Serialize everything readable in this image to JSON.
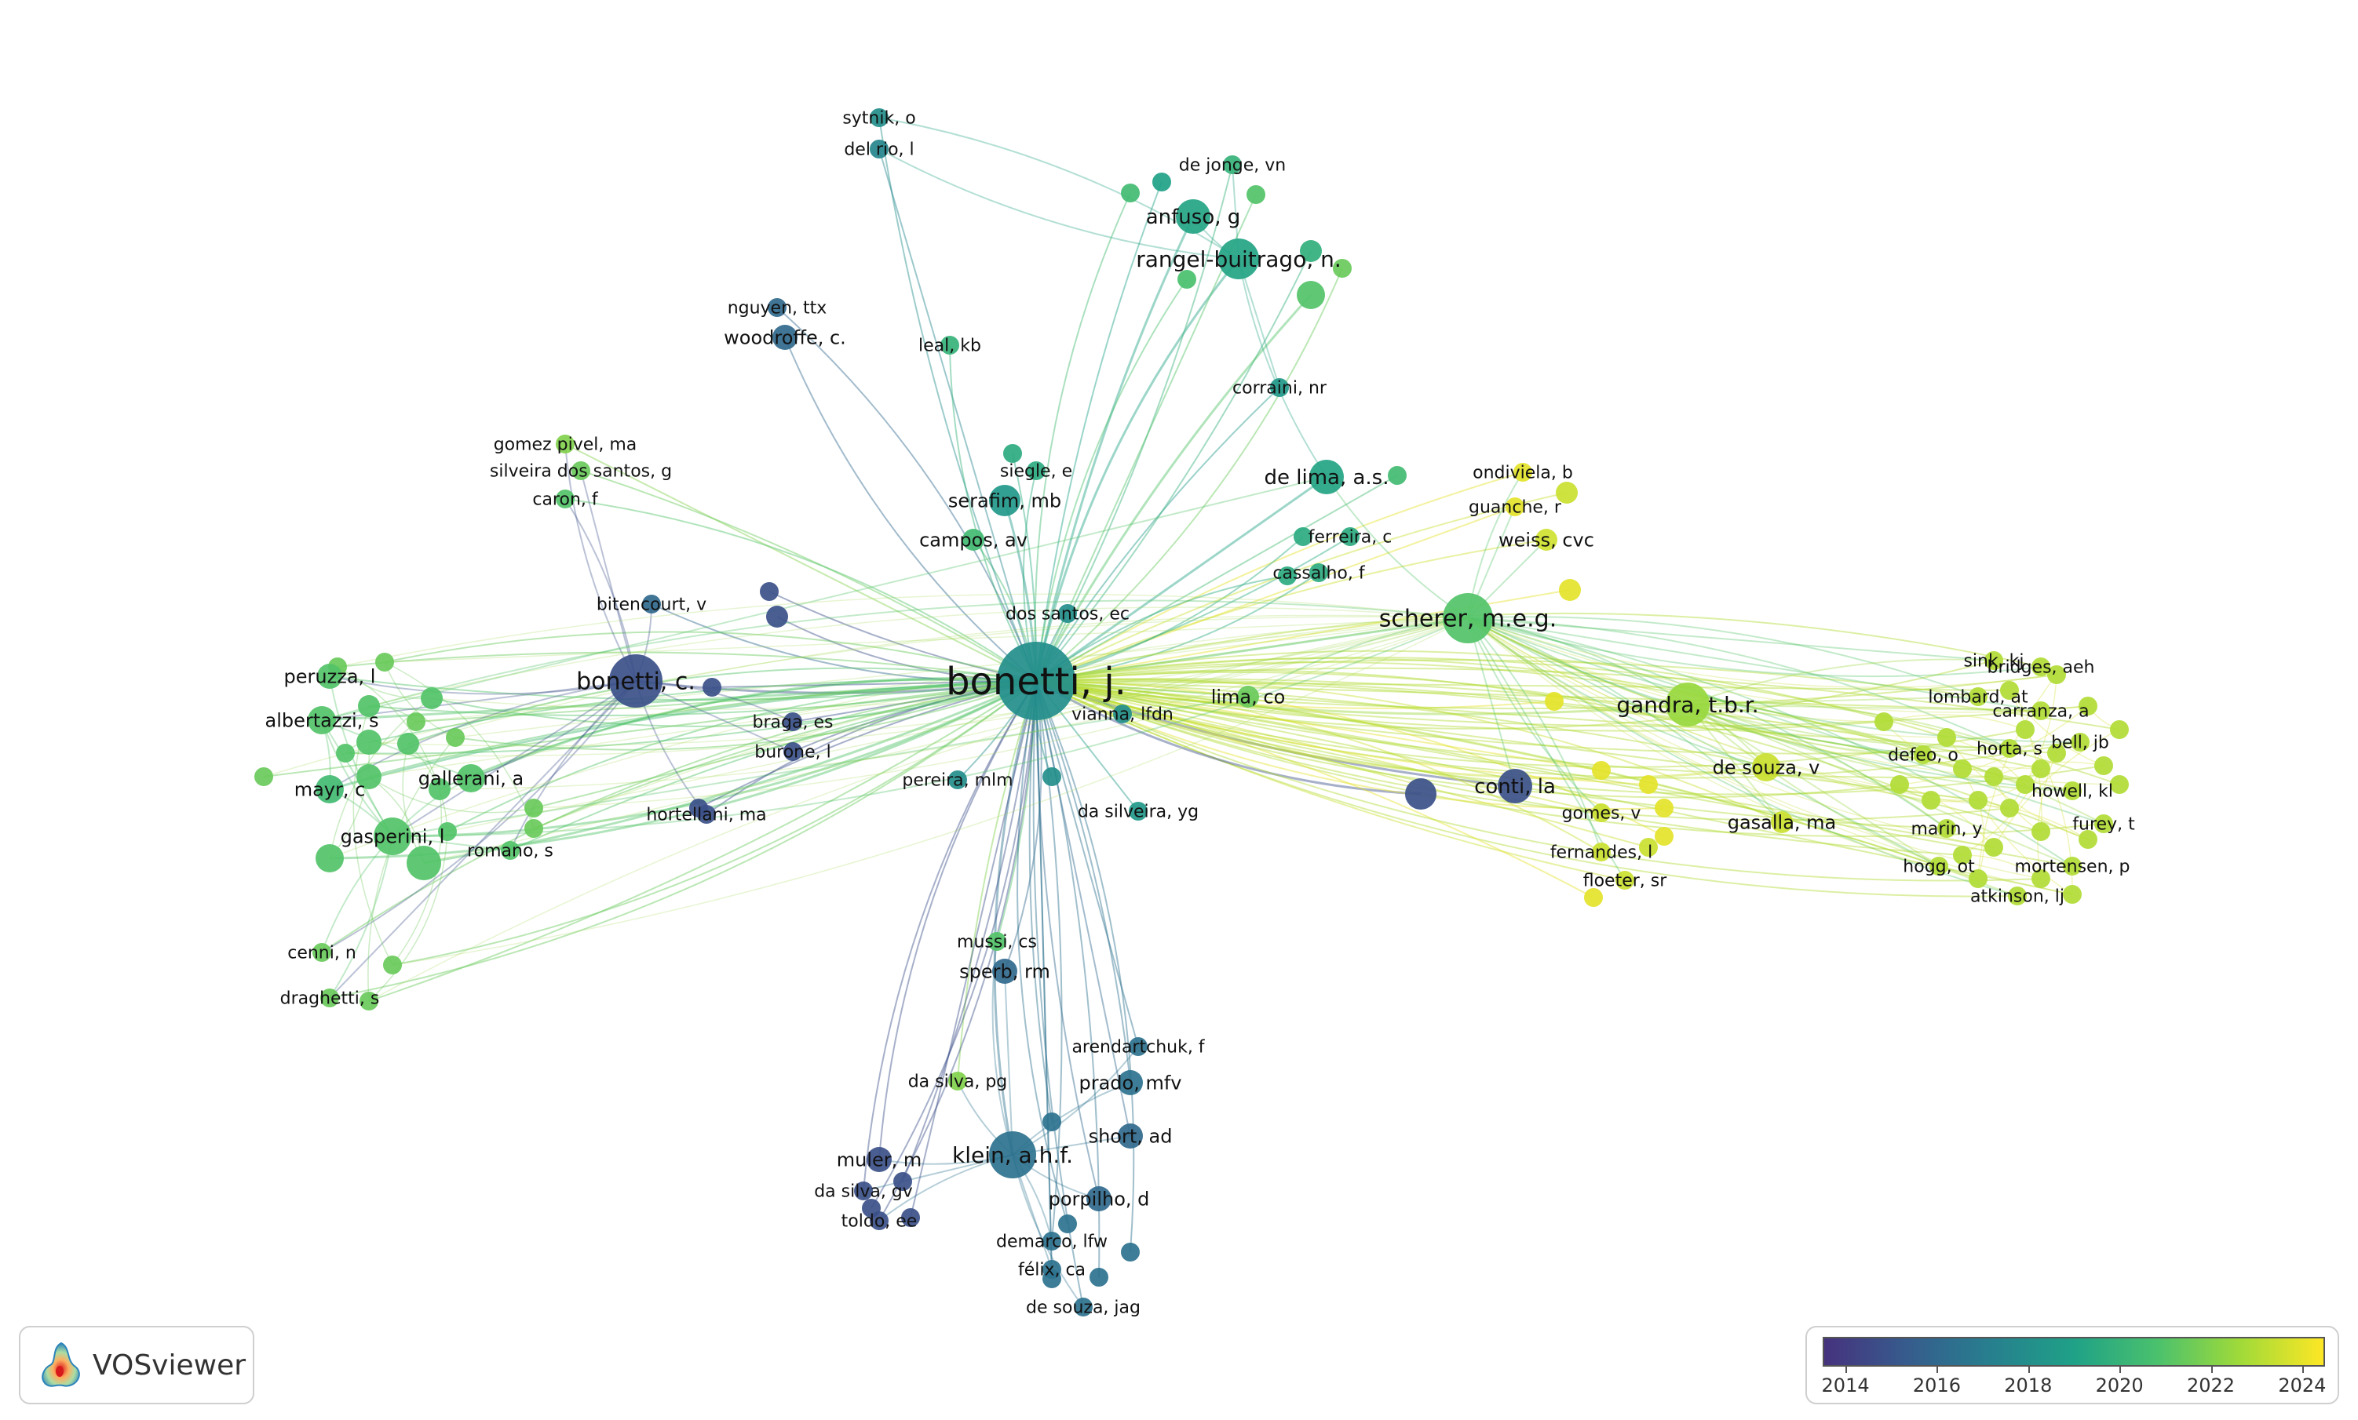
{
  "nodes": [
    {
      "label": "bonetti, j.",
      "year": 2018.0,
      "size": 50,
      "font": 48
    },
    {
      "label": "bonetti, c.",
      "year": 2014.8,
      "size": 34,
      "font": 30
    },
    {
      "label": "scherer, m.e.g.",
      "year": 2021.0,
      "size": 32,
      "font": 30
    },
    {
      "label": "gandra, t.b.r.",
      "year": 2022.5,
      "size": 28,
      "font": 28
    },
    {
      "label": "klein, a.h.f.",
      "year": 2016.5,
      "size": 30,
      "font": 28
    },
    {
      "label": "rangel-buitrago, n.",
      "year": 2019.2,
      "size": 26,
      "font": 28
    },
    {
      "label": "anfuso, g",
      "year": 2019.2,
      "size": 22,
      "font": 26
    },
    {
      "label": "de lima, a.s.",
      "year": 2019.2,
      "size": 22,
      "font": 26
    },
    {
      "label": "conti, la",
      "year": 2014.8,
      "size": 22,
      "font": 26
    },
    {
      "label": "de souza, v",
      "year": 2023.5,
      "size": 18,
      "font": 24
    },
    {
      "label": "gasalla, ma",
      "year": 2023.5,
      "size": 14,
      "font": 24
    },
    {
      "label": "weiss, cvc",
      "year": 2023.6,
      "size": 14,
      "font": 24
    },
    {
      "label": "lima, co",
      "year": 2021.5,
      "size": 14,
      "font": 24
    },
    {
      "label": "serafim, mb",
      "year": 2018.5,
      "size": 20,
      "font": 24
    },
    {
      "label": "campos, av",
      "year": 2020.5,
      "size": 14,
      "font": 24
    },
    {
      "label": "woodroffe, c.",
      "year": 2016.0,
      "size": 16,
      "font": 24
    },
    {
      "label": "peruzza, l",
      "year": 2021.0,
      "size": 16,
      "font": 24
    },
    {
      "label": "albertazzi, s",
      "year": 2021.0,
      "size": 18,
      "font": 24
    },
    {
      "label": "mayr, c",
      "year": 2020.5,
      "size": 18,
      "font": 24
    },
    {
      "label": "gallerani, a",
      "year": 2021.0,
      "size": 18,
      "font": 24
    },
    {
      "label": "gasperini, l",
      "year": 2021.0,
      "size": 24,
      "font": 24
    },
    {
      "label": "prado, mfv",
      "year": 2016.5,
      "size": 16,
      "font": 24
    },
    {
      "label": "short, ad",
      "year": 2016.0,
      "size": 16,
      "font": 24
    },
    {
      "label": "porpilho, d",
      "year": 2016.0,
      "size": 16,
      "font": 24
    },
    {
      "label": "muler, m",
      "year": 2014.8,
      "size": 16,
      "font": 24
    },
    {
      "label": "sperb, rm",
      "year": 2016.0,
      "size": 16,
      "font": 24
    },
    {
      "label": "sytnik, o",
      "year": 2018.0,
      "size": 12,
      "font": 22
    },
    {
      "label": "del rio, l",
      "year": 2017.5,
      "size": 12,
      "font": 22
    },
    {
      "label": "de jonge, vn",
      "year": 2020.0,
      "size": 12,
      "font": 22
    },
    {
      "label": "nguyen, ttx",
      "year": 2016.0,
      "size": 12,
      "font": 22
    },
    {
      "label": "leal, kb",
      "year": 2020.0,
      "size": 12,
      "font": 22
    },
    {
      "label": "corraini, nr",
      "year": 2018.5,
      "size": 12,
      "font": 22
    },
    {
      "label": "gomez pivel, ma",
      "year": 2022.0,
      "size": 12,
      "font": 22
    },
    {
      "label": "silveira dos santos, g",
      "year": 2021.5,
      "size": 12,
      "font": 22
    },
    {
      "label": "caron, f",
      "year": 2021.0,
      "size": 12,
      "font": 22
    },
    {
      "label": "siegle, e",
      "year": 2019.5,
      "size": 12,
      "font": 22
    },
    {
      "label": "ondiviela, b",
      "year": 2024.0,
      "size": 12,
      "font": 22
    },
    {
      "label": "guanche, r",
      "year": 2024.0,
      "size": 12,
      "font": 22
    },
    {
      "label": "ferreira, c",
      "year": 2019.5,
      "size": 12,
      "font": 22
    },
    {
      "label": "cassalho, f",
      "year": 2019.5,
      "size": 12,
      "font": 22
    },
    {
      "label": "bitencourt, v",
      "year": 2016.0,
      "size": 12,
      "font": 22
    },
    {
      "label": "dos santos, ec",
      "year": 2018.0,
      "size": 12,
      "font": 22
    },
    {
      "label": "braga, es",
      "year": 2014.8,
      "size": 12,
      "font": 22
    },
    {
      "label": "burone, l",
      "year": 2014.8,
      "size": 12,
      "font": 22
    },
    {
      "label": "hortellani, ma",
      "year": 2014.8,
      "size": 12,
      "font": 22
    },
    {
      "label": "vianna, lfdn",
      "year": 2018.0,
      "size": 12,
      "font": 22
    },
    {
      "label": "pereira, mlm",
      "year": 2018.0,
      "size": 12,
      "font": 22
    },
    {
      "label": "da silveira, yg",
      "year": 2018.5,
      "size": 12,
      "font": 22
    },
    {
      "label": "romano, s",
      "year": 2021.0,
      "size": 12,
      "font": 22
    },
    {
      "label": "cenni, n",
      "year": 2021.5,
      "size": 12,
      "font": 22
    },
    {
      "label": "draghetti, s",
      "year": 2021.5,
      "size": 12,
      "font": 22
    },
    {
      "label": "mussi, cs",
      "year": 2021.0,
      "size": 12,
      "font": 22
    },
    {
      "label": "arendartchuk, f",
      "year": 2016.5,
      "size": 12,
      "font": 22
    },
    {
      "label": "da silva, pg",
      "year": 2022.0,
      "size": 12,
      "font": 22
    },
    {
      "label": "da silva, gv",
      "year": 2014.8,
      "size": 12,
      "font": 22
    },
    {
      "label": "toldo, ee",
      "year": 2014.8,
      "size": 12,
      "font": 22
    },
    {
      "label": "demarco, lfw",
      "year": 2016.5,
      "size": 12,
      "font": 22
    },
    {
      "label": "félix, ca",
      "year": 2016.5,
      "size": 12,
      "font": 22
    },
    {
      "label": "de souza, jag",
      "year": 2016.5,
      "size": 12,
      "font": 22
    },
    {
      "label": "sink, kj",
      "year": 2023.0,
      "size": 12,
      "font": 22
    },
    {
      "label": "bridges, aeh",
      "year": 2023.0,
      "size": 12,
      "font": 22
    },
    {
      "label": "lombard, at",
      "year": 2023.0,
      "size": 12,
      "font": 22
    },
    {
      "label": "carranza, a",
      "year": 2023.0,
      "size": 12,
      "font": 22
    },
    {
      "label": "horta, s",
      "year": 2023.0,
      "size": 12,
      "font": 22
    },
    {
      "label": "bell, jb",
      "year": 2023.0,
      "size": 12,
      "font": 22
    },
    {
      "label": "defeo, o",
      "year": 2023.0,
      "size": 12,
      "font": 22
    },
    {
      "label": "howell, kl",
      "year": 2023.0,
      "size": 12,
      "font": 22
    },
    {
      "label": "gomes, v",
      "year": 2023.5,
      "size": 12,
      "font": 22
    },
    {
      "label": "marin, y",
      "year": 2023.0,
      "size": 12,
      "font": 22
    },
    {
      "label": "furey, t",
      "year": 2023.0,
      "size": 12,
      "font": 22
    },
    {
      "label": "fernandes, l",
      "year": 2023.5,
      "size": 12,
      "font": 22
    },
    {
      "label": "hogg, ot",
      "year": 2023.0,
      "size": 12,
      "font": 22
    },
    {
      "label": "mortensen, p",
      "year": 2023.0,
      "size": 12,
      "font": 22
    },
    {
      "label": "floeter, sr",
      "year": 2023.5,
      "size": 12,
      "font": 22
    },
    {
      "label": "atkinson, lj",
      "year": 2023.0,
      "size": 12,
      "font": 22
    }
  ],
  "legend": {
    "ticks": [
      "2014",
      "2016",
      "2018",
      "2020",
      "2022",
      "2024"
    ],
    "colors": [
      "#46327e",
      "#365c8d",
      "#277f8e",
      "#1fa187",
      "#4ac16d",
      "#a0da39",
      "#fde725"
    ]
  },
  "logo": {
    "text": "VOSviewer"
  }
}
